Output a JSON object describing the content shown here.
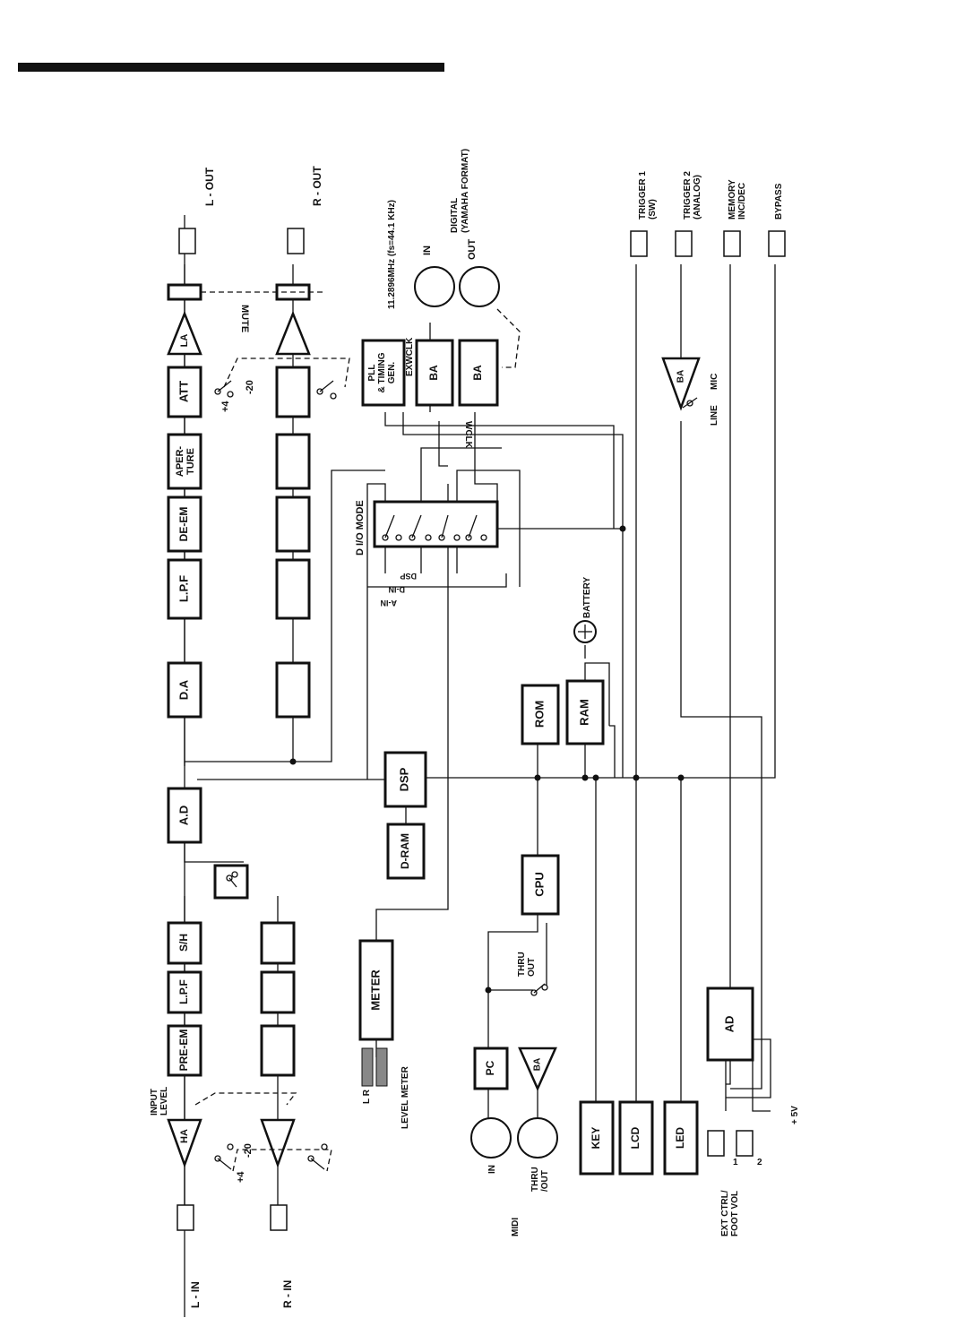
{
  "blocks": {
    "d_a": "D.A",
    "lpf_out": "L.P.F",
    "de_em": "DE-EM",
    "aperture": "APER-\nTURE",
    "att": "ATT",
    "la": "LA",
    "a_d": "A.D",
    "s_h": "S/H",
    "lpf_in": "L.P.F",
    "pre_em": "PRE-EM",
    "ha": "HA",
    "dsp": "DSP",
    "d_ram": "D-RAM",
    "pll": "PLL\n& TIMING\nGEN.",
    "ba_in": "BA",
    "ba_out": "BA",
    "rom": "ROM",
    "ram": "RAM",
    "cpu": "CPU",
    "meter": "METER",
    "pc": "PC",
    "ba_midi": "BA",
    "key": "KEY",
    "lcd": "LCD",
    "led": "LED",
    "ad_ctrl": "AD",
    "ba_trig": "BA"
  },
  "labels": {
    "l_out": "L - OUT",
    "r_out": "R - OUT",
    "l_in": "L - IN",
    "r_in": "R - IN",
    "mute": "MUTE",
    "plus4": "+4",
    "minus20": "-20",
    "plus4_b": "+4",
    "minus20_b": "-20",
    "input_level": "INPUT\nLEVEL",
    "level_meter": "LEVEL METER",
    "lr": "L  R",
    "dio_mode": "D I/O MODE",
    "a_in": "A-IN",
    "d_in": "D-IN",
    "dsp_sw": "DSP",
    "clock": "11.2896MHz (fs=44.1 KHz)",
    "exwclk": "EXWCLK",
    "wclk": "WCLK",
    "digital": "DIGITAL\n(YAMAHA FORMAT)",
    "in": "IN",
    "out": "OUT",
    "battery": "BATTERY",
    "trigger1": "TRIGGER 1\n(SW)",
    "trigger2": "TRIGGER 2\n(ANALOG)",
    "memory": "MEMORY\nINC/DEC",
    "bypass": "BYPASS",
    "line": "LINE",
    "mic": "MIC",
    "midi": "MIDI",
    "midi_in": "IN",
    "midi_thru": "THRU\n/OUT",
    "thru_out": "THRU\nOUT",
    "ext_ctrl": "EXT CTRL/\nFOOT VOL",
    "ext1": "1",
    "ext2": "2",
    "plus5v": "+ 5V"
  }
}
